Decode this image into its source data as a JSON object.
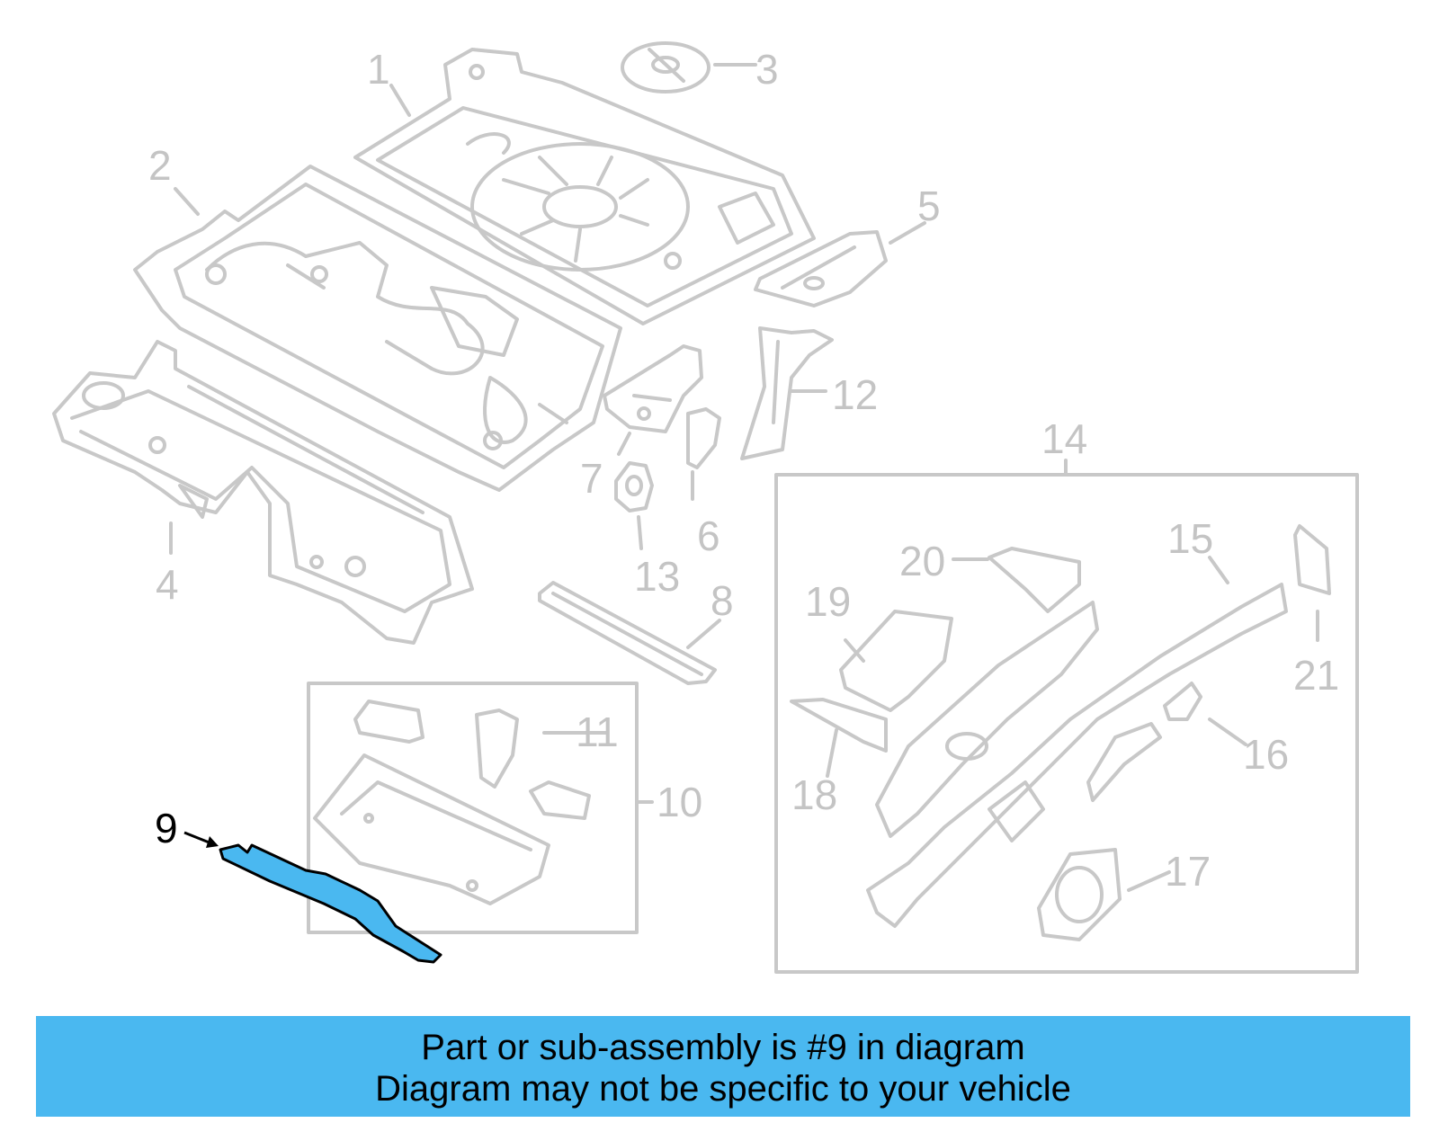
{
  "diagram": {
    "highlight_color": "#4ab8f0",
    "part_color": "#c8c8c8",
    "callouts": [
      "1",
      "2",
      "3",
      "4",
      "5",
      "6",
      "7",
      "8",
      "9",
      "10",
      "11",
      "12",
      "13",
      "14",
      "15",
      "16",
      "17",
      "18",
      "19",
      "20",
      "21"
    ],
    "highlighted_callout": "9"
  },
  "banner": {
    "background": "#4ab8f0",
    "line1": "Part or sub-assembly is #9 in diagram",
    "line2": "Diagram may not be specific to your vehicle"
  }
}
